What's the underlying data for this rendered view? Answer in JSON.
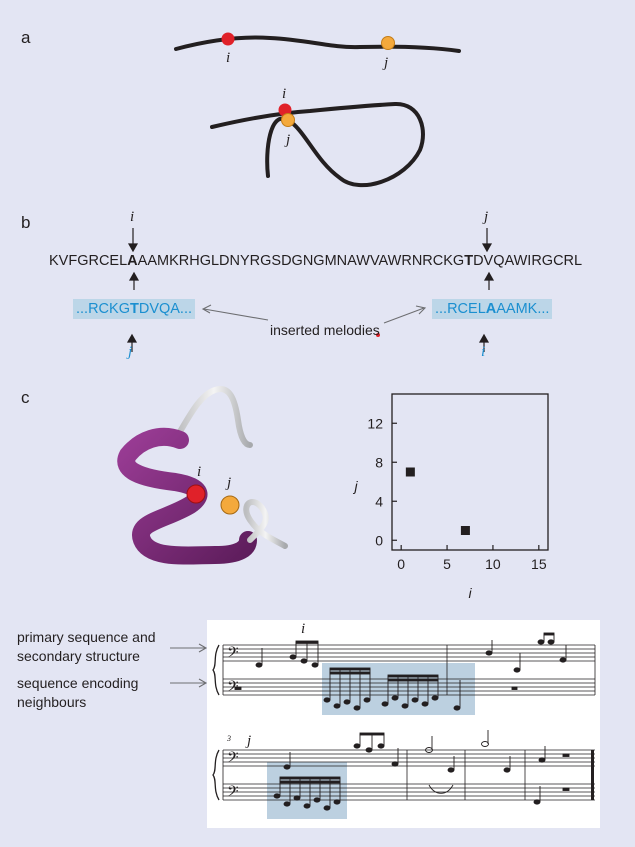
{
  "panels": {
    "a": {
      "label": "a",
      "i_label": "i",
      "j_label": "j"
    },
    "b": {
      "label": "b",
      "i_top": "i",
      "j_top": "j",
      "seq_prefix": "KVFGRCEL",
      "seq_bold_i": "A",
      "seq_mid": "AAMKRHGLDNYRGSDGNGMNAWVAWRNRCKG",
      "seq_bold_j": "T",
      "seq_suffix": "DVQAWIRGCRL",
      "left_insert_prefix": "...RCKG",
      "left_insert_bold": "T",
      "left_insert_suffix": "DVQA...",
      "right_insert_prefix": "...RCEL",
      "right_insert_bold": "A",
      "right_insert_suffix": "AAMK...",
      "left_insert_label": "j",
      "right_insert_label": "i",
      "note": "inserted melodies"
    },
    "c": {
      "label": "c",
      "i_label": "i",
      "j_label": "j"
    }
  },
  "chart_data": {
    "type": "scatter",
    "x": [
      1,
      7
    ],
    "y": [
      7,
      1
    ],
    "xlabel": "i",
    "ylabel": "j",
    "xlim": [
      -1,
      16
    ],
    "ylim": [
      -1,
      15
    ],
    "xticks": [
      0,
      5,
      10,
      15
    ],
    "yticks": [
      0,
      4,
      8,
      12
    ],
    "marker_color": "#231f20",
    "grid": false
  },
  "music": {
    "label_line1": "primary sequence and",
    "label_line2": "secondary structure",
    "label_line3": "sequence encoding",
    "label_line4": "neighbours",
    "i_label": "i",
    "j_label": "j",
    "measure_number": "3"
  },
  "colors": {
    "background": "#e3e5f3",
    "red": "#e02129",
    "orange": "#f4a93c",
    "blue": "#1b8fd0",
    "highlight": "#bcd6e8",
    "ribbon": "#7b2a78"
  }
}
